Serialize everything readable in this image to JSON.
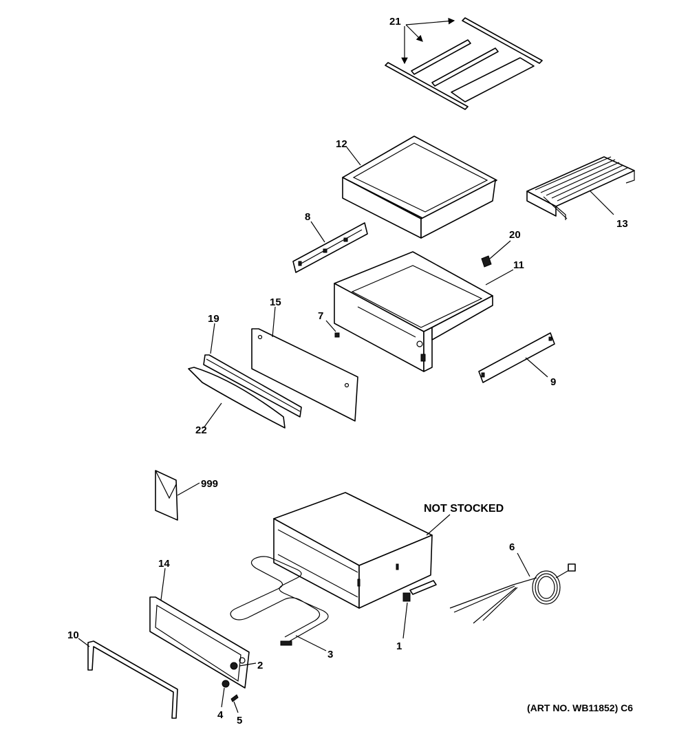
{
  "callouts": {
    "c21": "21",
    "c12": "12",
    "c13": "13",
    "c8": "8",
    "c20": "20",
    "c11": "11",
    "c15": "15",
    "c19": "19",
    "c7": "7",
    "c9": "9",
    "c22": "22",
    "c999": "999",
    "c6": "6",
    "c14": "14",
    "c10": "10",
    "c2": "2",
    "c3": "3",
    "c1": "1",
    "c4": "4",
    "c5": "5"
  },
  "labels": {
    "not_stocked": "NOT STOCKED",
    "art_number": "(ART NO. WB11852) C6"
  }
}
